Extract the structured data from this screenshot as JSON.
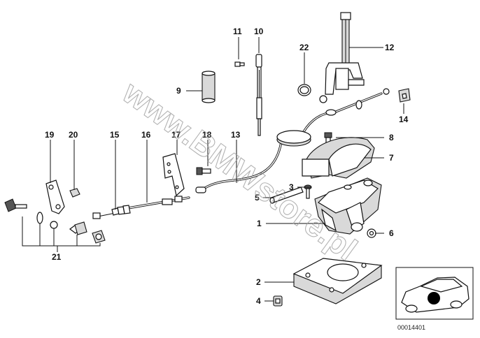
{
  "diagram": {
    "watermark": "www.BMWstore.pl",
    "diagram_code": "00014401",
    "callouts": [
      "1",
      "2",
      "3",
      "4",
      "5",
      "6",
      "7",
      "8",
      "9",
      "10",
      "11",
      "12",
      "13",
      "14",
      "15",
      "16",
      "17",
      "18",
      "19",
      "20",
      "21",
      "22"
    ]
  }
}
